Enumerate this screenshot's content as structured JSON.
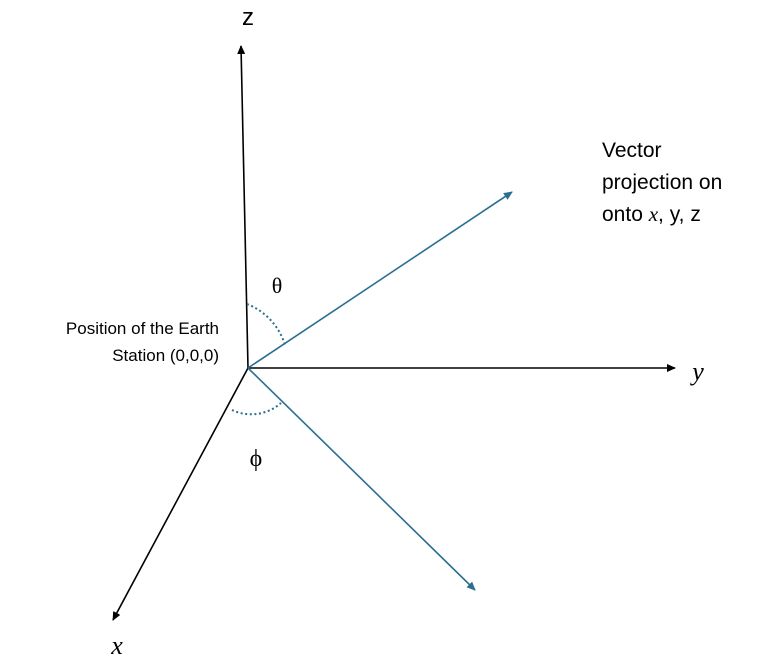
{
  "axes": {
    "z_label": "z",
    "y_label": "y",
    "x_label": "x"
  },
  "origin": {
    "label_line1": "Position of the Earth",
    "label_line2": "Station (0,0,0)"
  },
  "angles": {
    "theta_label": "θ",
    "phi_label": "ϕ"
  },
  "vector_caption": {
    "line1": "Vector",
    "line2": "projection on",
    "line3_prefix": "onto ",
    "line3_x": "x",
    "line3_rest": ", y, z"
  },
  "colors": {
    "axis": "#000000",
    "vector": "#2a6f8f",
    "background": "#ffffff"
  }
}
